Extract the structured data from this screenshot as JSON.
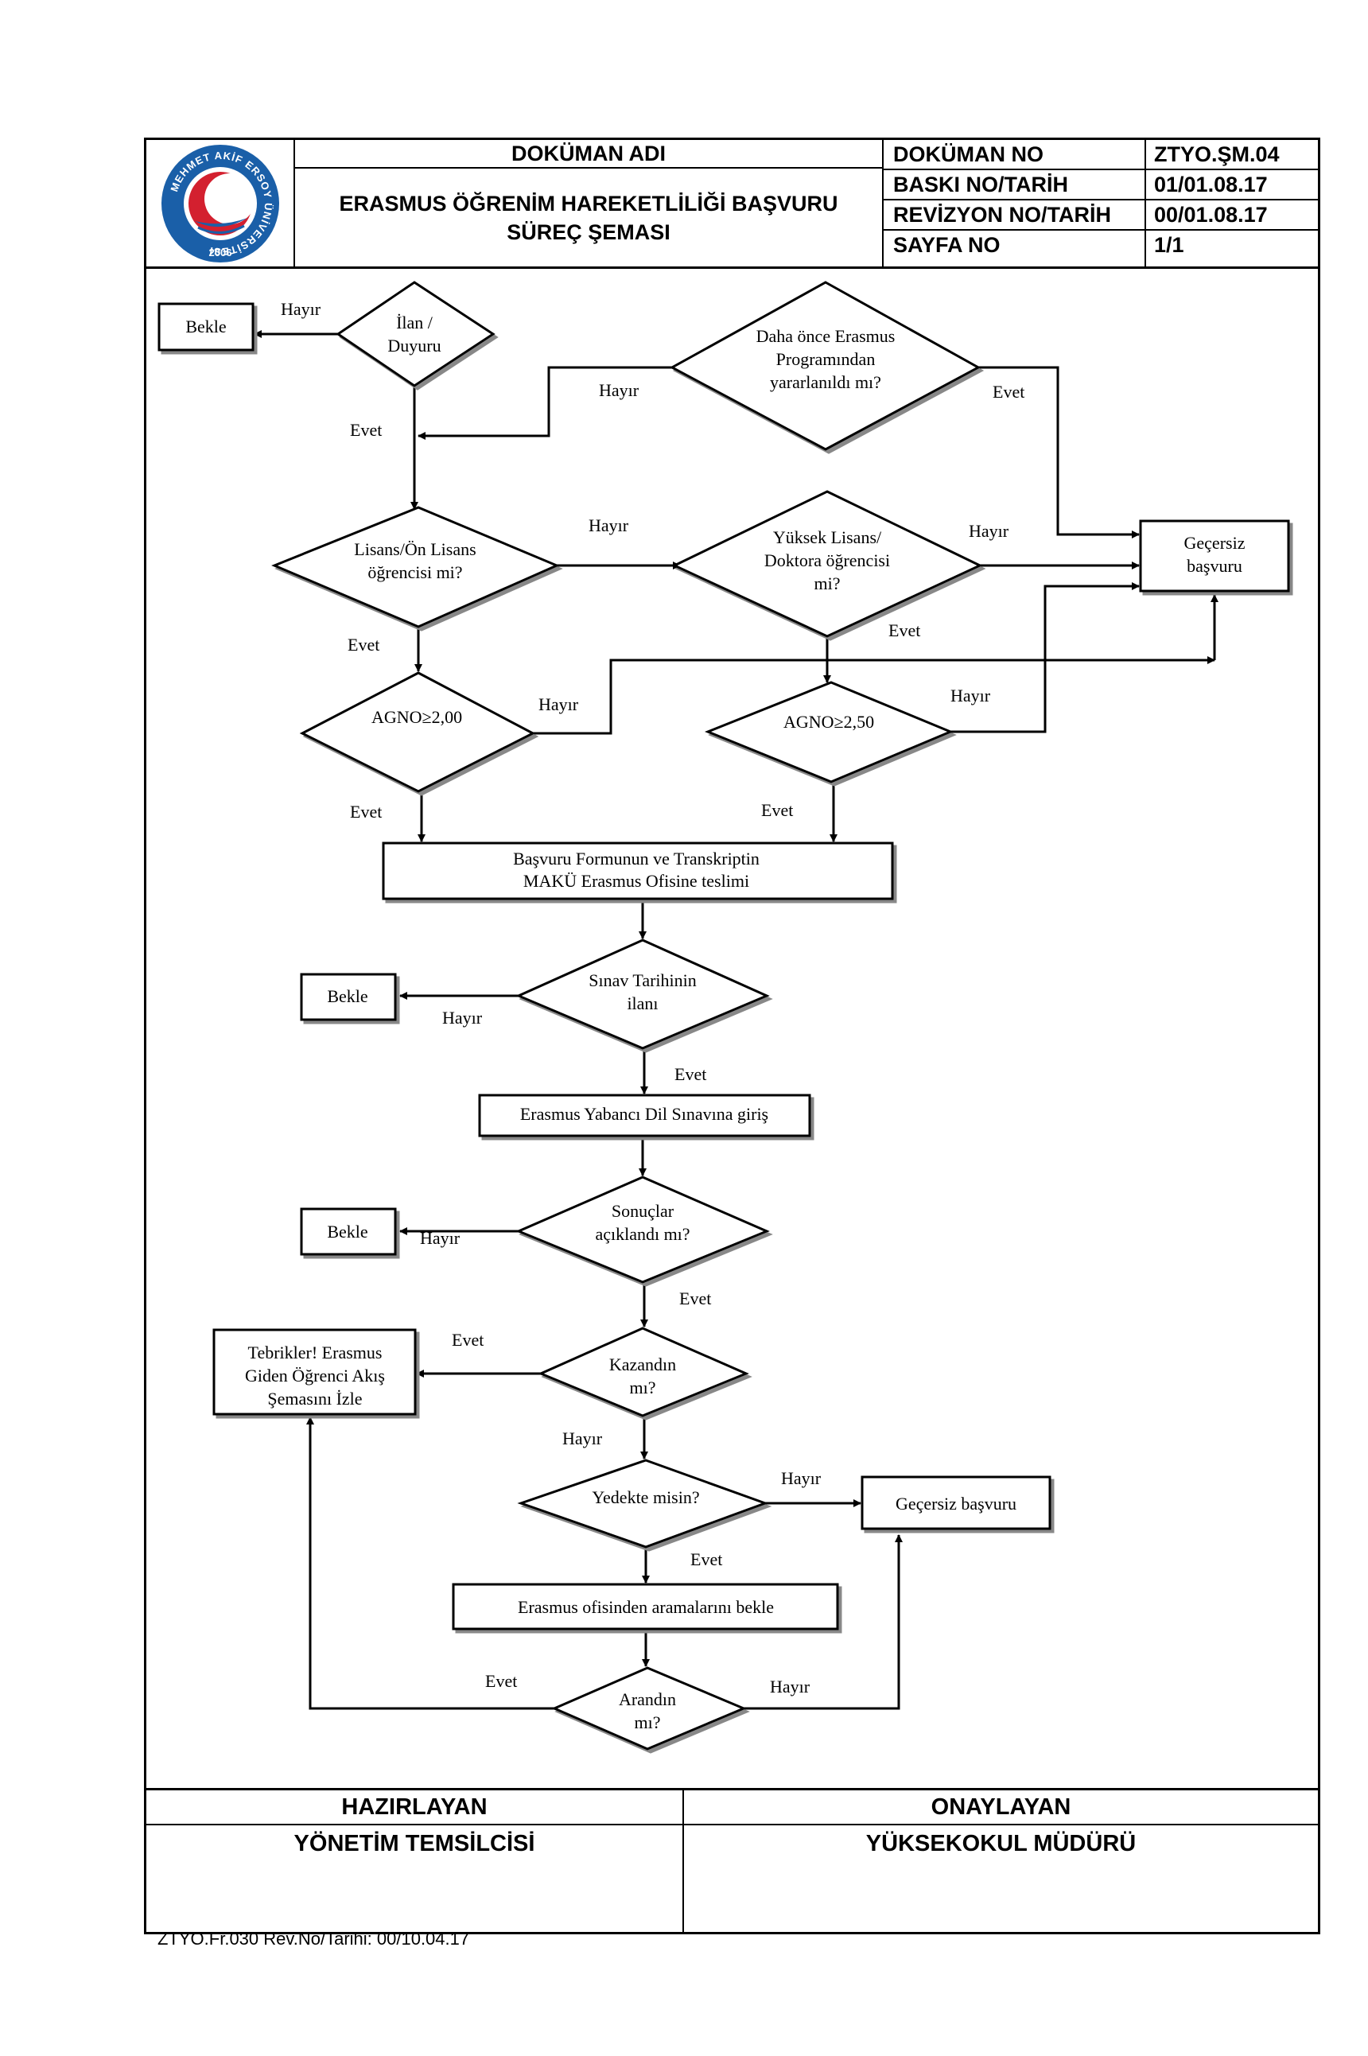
{
  "header": {
    "doc_name_title": "DOKÜMAN ADI",
    "doc_name_line1": "ERASMUS ÖĞRENİM HAREKETLİLİĞİ BAŞVURU",
    "doc_name_line2": "SÜREÇ ŞEMASI",
    "meta": [
      {
        "key": "DOKÜMAN NO",
        "value": "ZTYO.ŞM.04"
      },
      {
        "key": "BASKI NO/TARİH",
        "value": "01/01.08.17"
      },
      {
        "key": "REVİZYON NO/TARİH",
        "value": "00/01.08.17"
      },
      {
        "key": "SAYFA NO",
        "value": "1/1"
      }
    ],
    "logo": {
      "ring_text": "MEHMET AKİF ERSOY ÜNİVERSİTESİ",
      "year": "2006",
      "ring_color": "#1a5fa8",
      "crescent_color": "#d3202f"
    }
  },
  "flow": {
    "nodes": {
      "ilan": [
        "İlan /",
        "Duyuru"
      ],
      "bekle1": [
        "Bekle"
      ],
      "daha_once": [
        "Daha önce Erasmus",
        "Programından",
        "yararlanıldı mı?"
      ],
      "lisans": [
        "Lisans/Ön Lisans",
        "öğrencisi mi?"
      ],
      "yuksek": [
        "Yüksek Lisans/",
        "Doktora öğrencisi",
        "mi?"
      ],
      "gecersiz1": [
        "Geçersiz",
        "başvuru"
      ],
      "agno200": [
        "AGNO≥2,00"
      ],
      "agno250": [
        "AGNO≥2,50"
      ],
      "basvuru_formu": [
        "Başvuru Formunun ve Transkriptin",
        "MAKÜ Erasmus Ofisine teslimi"
      ],
      "sinav_tarihi": [
        "Sınav Tarihinin",
        "ilanı"
      ],
      "bekle2": [
        "Bekle"
      ],
      "dil_sinavi": [
        "Erasmus Yabancı Dil Sınavına giriş"
      ],
      "sonuclar": [
        "Sonuçlar",
        "açıklandı mı?"
      ],
      "bekle3": [
        "Bekle"
      ],
      "kazandin": [
        "Kazandın",
        "mı?"
      ],
      "tebrikler": [
        "Tebrikler! Erasmus",
        "Giden Öğrenci Akış",
        "Şemasını İzle"
      ],
      "yedekte": [
        "Yedekte misin?"
      ],
      "gecersiz2": [
        "Geçersiz başvuru"
      ],
      "aramalar": [
        "Erasmus ofisinden aramalarını bekle"
      ],
      "arandin": [
        "Arandın",
        "mı?"
      ]
    },
    "edge_labels": {
      "hayir": "Hayır",
      "evet": "Evet"
    }
  },
  "footer": {
    "left_title": "HAZIRLAYAN",
    "left_value": "YÖNETİM TEMSİLCİSİ",
    "right_title": "ONAYLAYAN",
    "right_value": "YÜKSEKOKUL MÜDÜRÜ",
    "form_note": "ZTYO.Fr.030 Rev.No/Tarihi: 00/10.04.17"
  }
}
